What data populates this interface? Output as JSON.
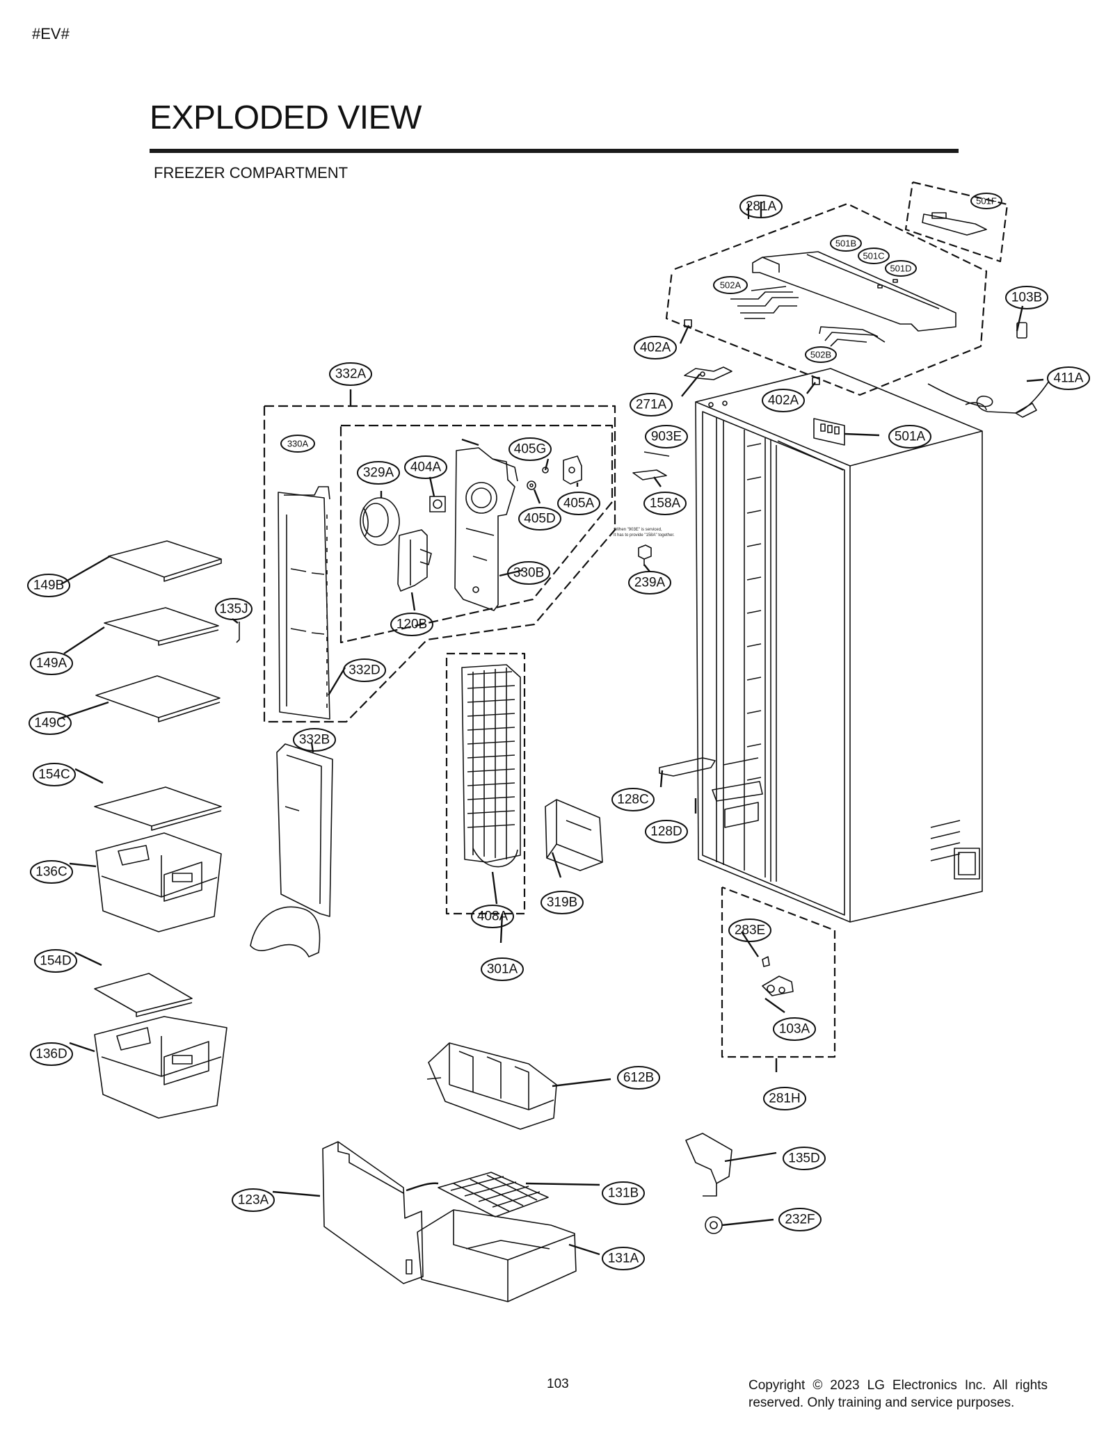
{
  "header": {
    "tag": "#EV#",
    "title": "EXPLODED VIEW",
    "subtitle": "FREEZER COMPARTMENT"
  },
  "note": {
    "line1": "*When \"903E\" is serviced,",
    "line2": "It has to provide \"158A\" together."
  },
  "labels": {
    "l281A": "281A",
    "l501F": "501F",
    "l501B": "501B",
    "l501C": "501C",
    "l501D": "501D",
    "l502A": "502A",
    "l103B": "103B",
    "l402A1": "402A",
    "l502B": "502B",
    "l332A": "332A",
    "l271A": "271A",
    "l402A2": "402A",
    "l411A": "411A",
    "l330A": "330A",
    "l903E": "903E",
    "l501A": "501A",
    "l405G": "405G",
    "l329A": "329A",
    "l404A": "404A",
    "l405A": "405A",
    "l158A": "158A",
    "l405D": "405D",
    "l149B": "149B",
    "l330B": "330B",
    "l239A": "239A",
    "l135J": "135J",
    "l120B": "120B",
    "l149A": "149A",
    "l332D": "332D",
    "l149C": "149C",
    "l332B": "332B",
    "l154C": "154C",
    "l128C": "128C",
    "l128D": "128D",
    "l136C": "136C",
    "l319B": "319B",
    "l408A": "408A",
    "l283E": "283E",
    "l154D": "154D",
    "l301A": "301A",
    "l103A": "103A",
    "l136D": "136D",
    "l612B": "612B",
    "l281H": "281H",
    "l135D": "135D",
    "l123A": "123A",
    "l131B": "131B",
    "l232F": "232F",
    "l131A": "131A"
  },
  "footer": {
    "page_number": "103",
    "copyright": "Copyright © 2023 LG Electronics Inc. All rights reserved. Only training and service purposes."
  }
}
